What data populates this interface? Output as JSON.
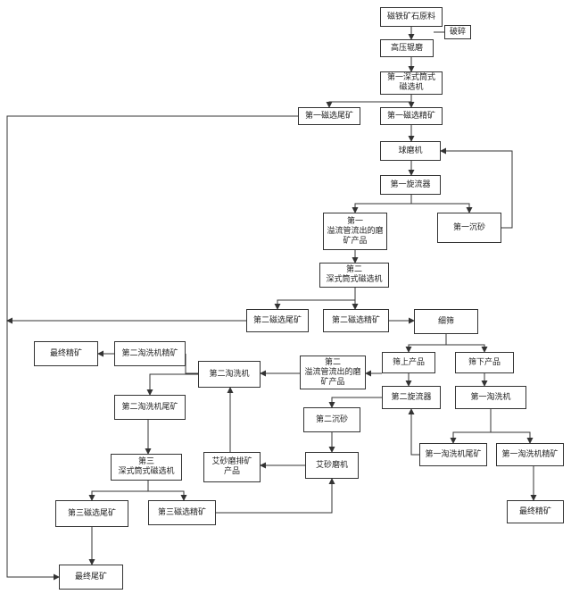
{
  "nodes": {
    "ore": "磁铁矿石原料",
    "crush": "破碎",
    "hpgr": "高压辊磨",
    "dmag1": [
      "第一深式筒式",
      "磁选机"
    ],
    "tail1": "第一磁选尾矿",
    "conc1": "第一磁选精矿",
    "ballmill": "球磨机",
    "cyclone1": "第一旋流器",
    "overflow1": [
      "第一",
      "溢流管流出的磨",
      "矿产品"
    ],
    "sediment1": "第一沉砂",
    "dmag2": [
      "第二",
      "深式筒式磁选机"
    ],
    "tail2": "第二磁选尾矿",
    "conc2": "第二磁选精矿",
    "finescreen": "细筛",
    "screen_over": "筛上产品",
    "screen_under": "筛下产品",
    "final_conc_left": "最终精矿",
    "elut2_conc": "第二淘洗机精矿",
    "elut2": "第二淘洗机",
    "overflow2": [
      "第二",
      "溢流管流出的磨",
      "矿产品"
    ],
    "cyclone2": "第二旋流器",
    "elut1": "第一淘洗机",
    "elut2_tail": "第二淘洗机尾矿",
    "sediment2": "第二沉砂",
    "elut1_tail": "第一淘洗机尾矿",
    "elut1_conc": "第一淘洗机精矿",
    "dmag3": [
      "第三",
      "深式筒式磁选机"
    ],
    "isa_product": [
      "艾砂磨排矿",
      "产品"
    ],
    "isamill": "艾砂磨机",
    "final_conc_right": "最终精矿",
    "tail3": "第三磁选尾矿",
    "conc3": "第三磁选精矿",
    "final_tail": "最终尾矿"
  },
  "colors": {
    "line": "#333333",
    "border": "#333333",
    "text": "#222222"
  }
}
